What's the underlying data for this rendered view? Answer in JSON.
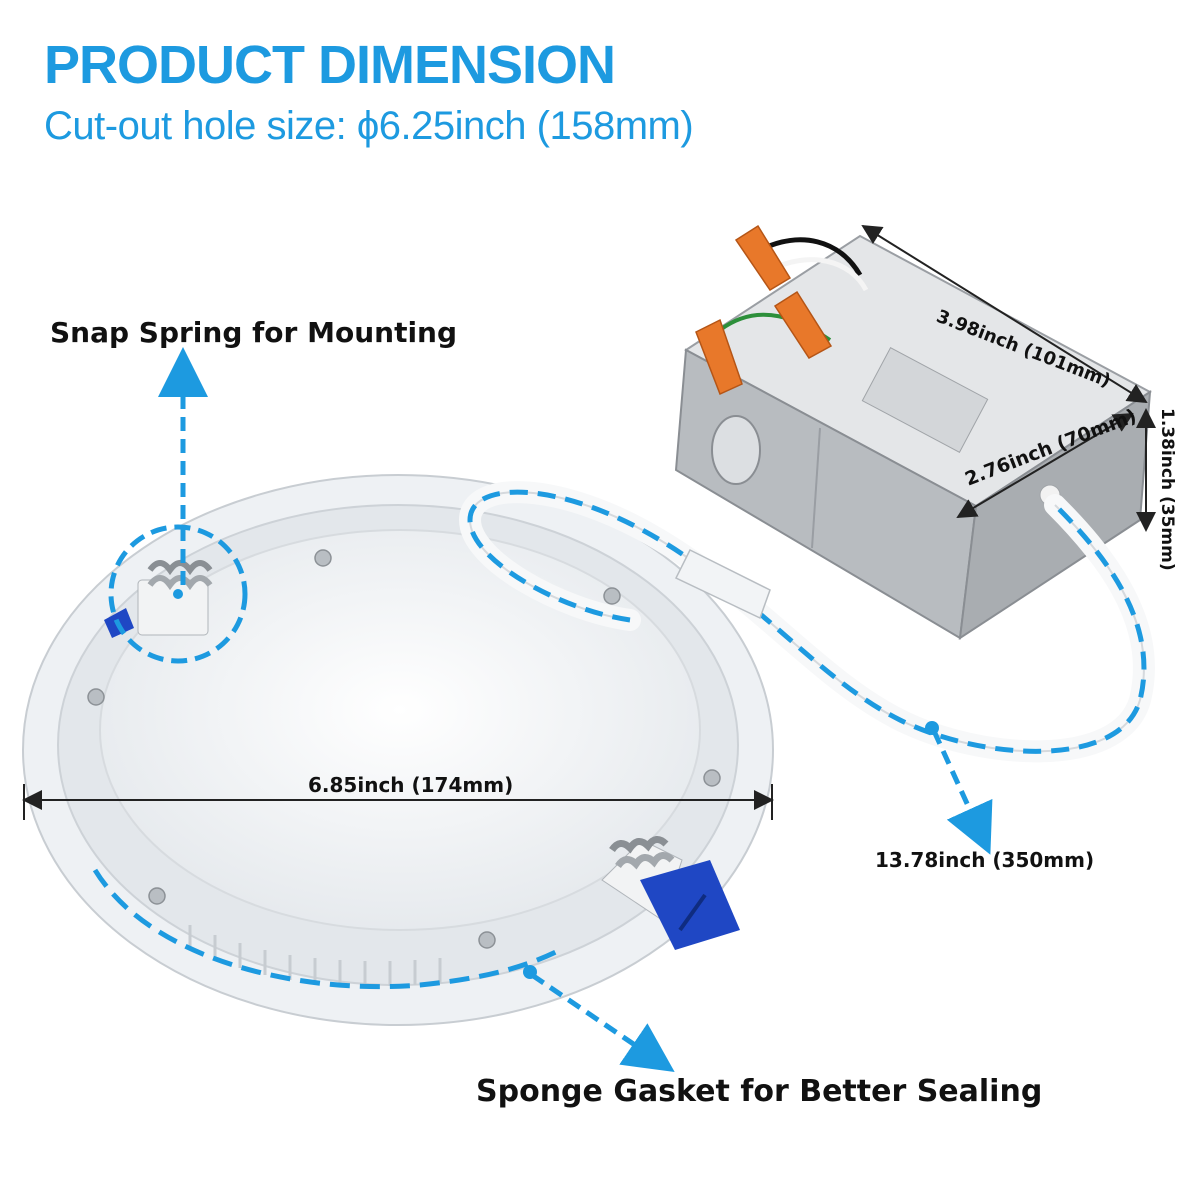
{
  "header": {
    "title": "PRODUCT DIMENSION",
    "subtitle": "Cut-out hole size: ϕ6.25inch (158mm)"
  },
  "labels": {
    "snap_spring": "Snap Spring for Mounting",
    "sponge_gasket": "Sponge Gasket for Better Sealing",
    "cable_length": "13.78inch (350mm)"
  },
  "dimensions": {
    "panel_diameter": "6.85inch (174mm)",
    "box_length": "3.98inch (101mm)",
    "box_width": "2.76inch (70mm)",
    "box_height": "1.38inch (35mm)"
  },
  "colors": {
    "accent": "#1d9ae0",
    "text": "#111111",
    "panel": "#f4f6f8",
    "junction_box": "#c9cccf",
    "wire_nut": "#e8782a",
    "spring_clip": "#1f47c4"
  }
}
